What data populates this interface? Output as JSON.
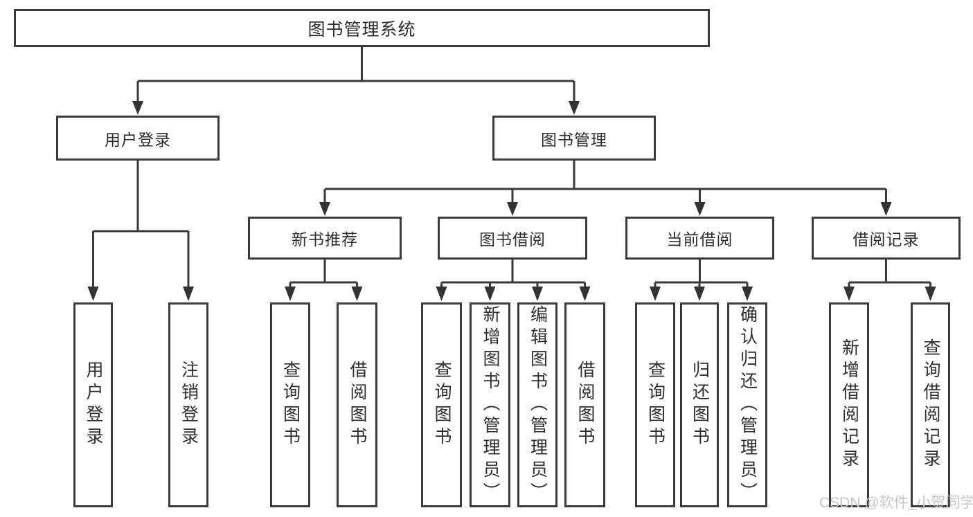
{
  "tree": {
    "root": {
      "label": "图书管理系统"
    },
    "branches": [
      {
        "label": "用户登录",
        "children": [
          {
            "label": "用户登录"
          },
          {
            "label": "注销登录"
          }
        ]
      },
      {
        "label": "图书管理",
        "children": [
          {
            "label": "新书推荐",
            "children": [
              {
                "label": "查询图书"
              },
              {
                "label": "借阅图书"
              }
            ]
          },
          {
            "label": "图书借阅",
            "children": [
              {
                "label": "查询图书"
              },
              {
                "label": "新增图书（管理员）"
              },
              {
                "label": "编辑图书（管理员）"
              },
              {
                "label": "借阅图书"
              }
            ]
          },
          {
            "label": "当前借阅",
            "children": [
              {
                "label": "查询图书"
              },
              {
                "label": "归还图书"
              },
              {
                "label": "确认归还（管理员）"
              }
            ]
          },
          {
            "label": "借阅记录",
            "children": [
              {
                "label": "新增借阅记录"
              },
              {
                "label": "查询借阅记录"
              }
            ]
          }
        ]
      }
    ]
  },
  "colors": {
    "line": "#3a3a3a",
    "border": "#3b3b3b",
    "text": "#2e2e2e",
    "watermark": "#c9c5c5"
  },
  "watermark": "CSDN @软件_小贺同学"
}
